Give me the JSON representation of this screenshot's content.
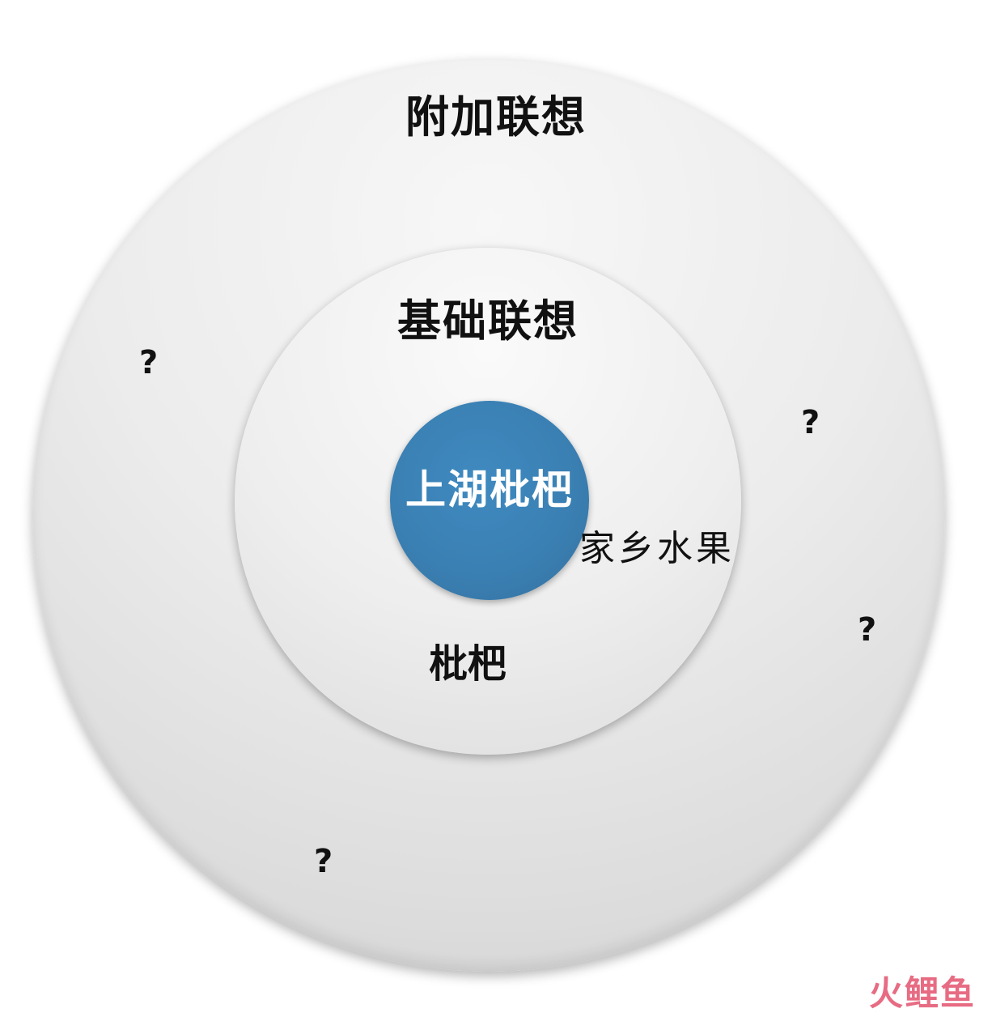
{
  "diagram": {
    "outer_label": "附加联想",
    "inner_label": "基础联想",
    "core_label": "上湖枇杷",
    "inner_associations": [
      "家乡水果",
      "枇杷"
    ],
    "unknown_associations": [
      "?",
      "?",
      "?",
      "?"
    ],
    "colors": {
      "core": "#3a7fb2",
      "rings": "#e6e6e6",
      "text": "#111111",
      "core_text": "#ffffff"
    }
  },
  "watermark": {
    "text": "火鲤鱼"
  }
}
